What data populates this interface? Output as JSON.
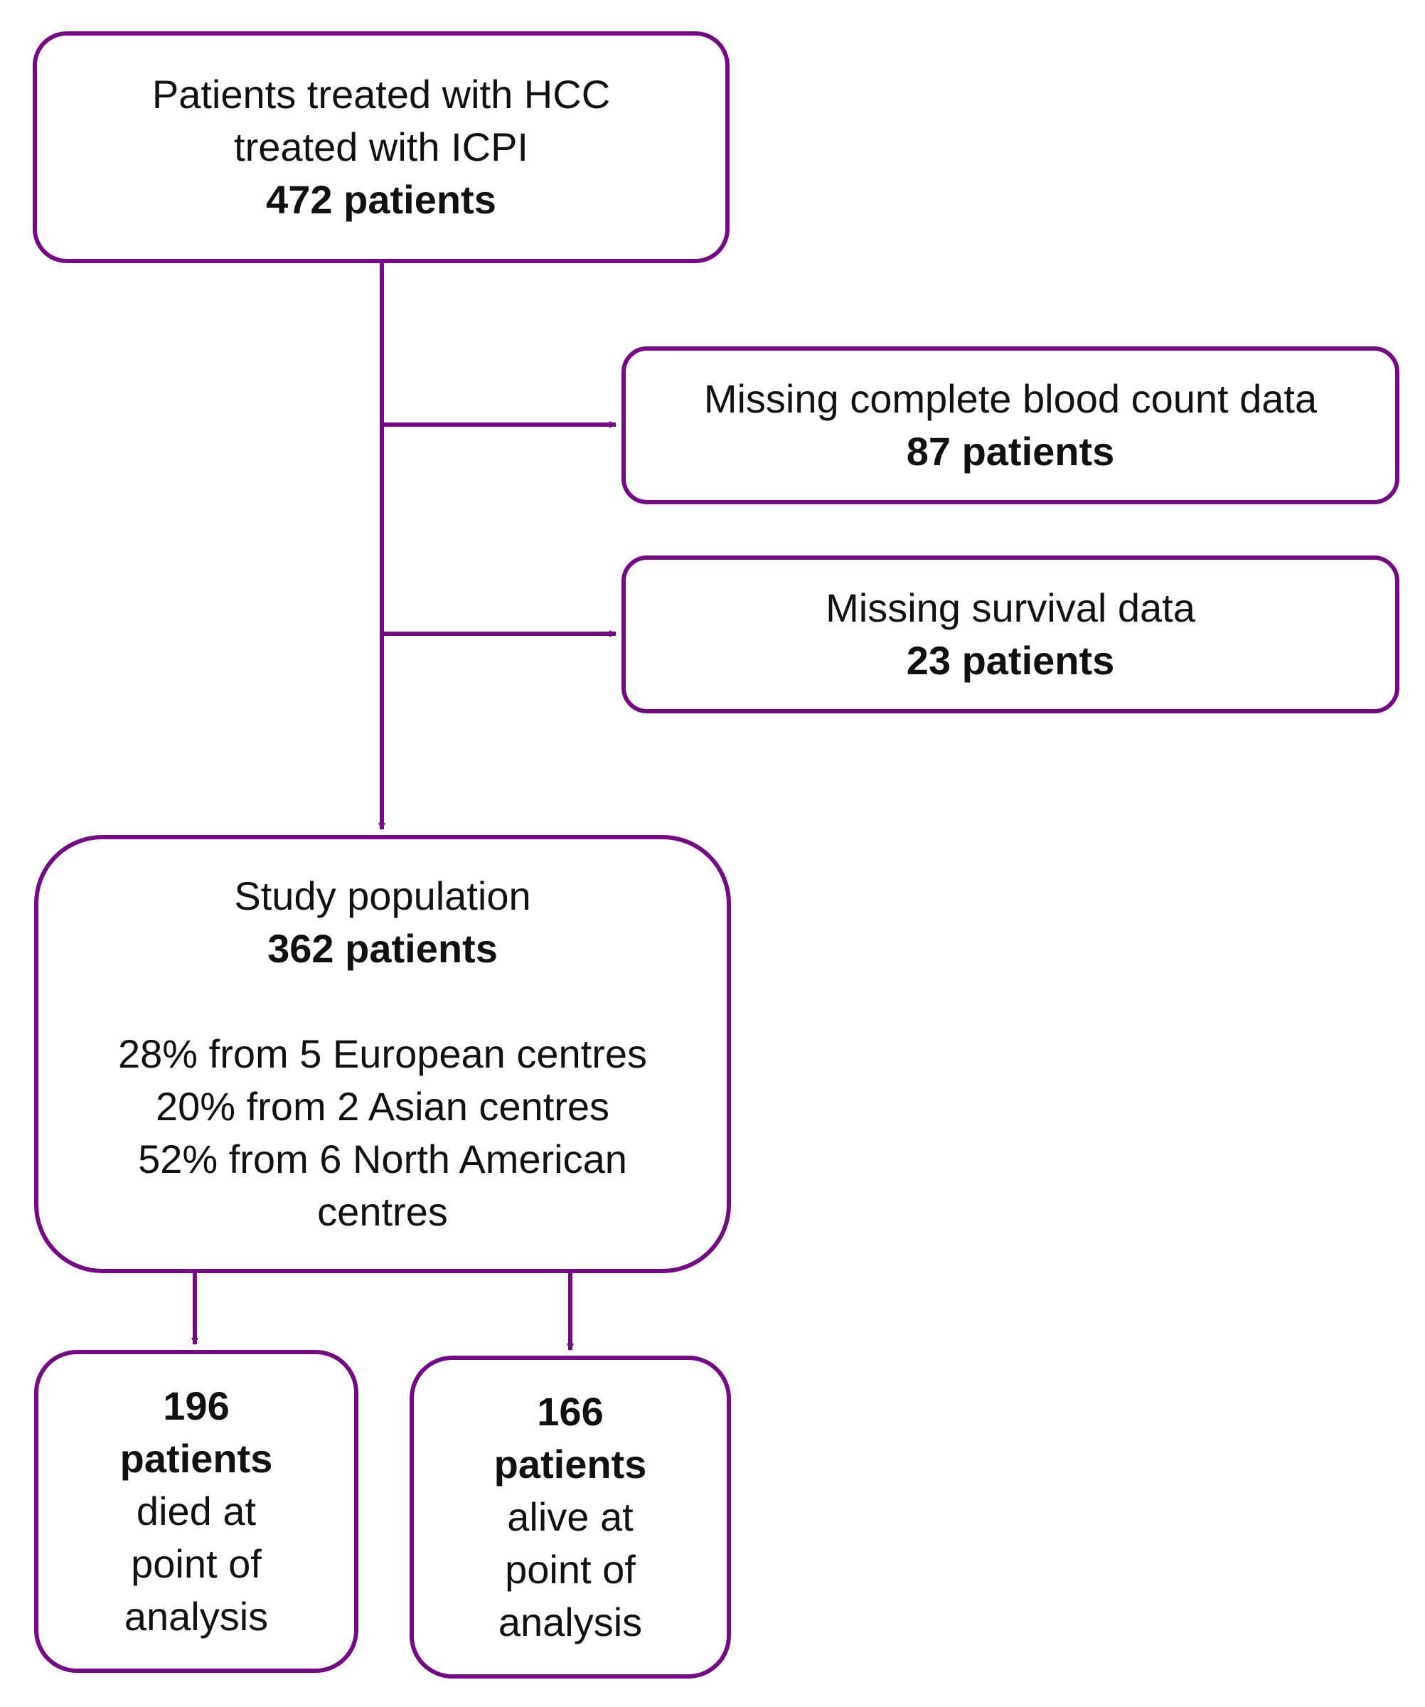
{
  "colors": {
    "border": "#760a86",
    "arrow": "#760a86"
  },
  "boxes": {
    "initial": {
      "line1": "Patients treated with HCC",
      "line2": "treated with ICPI",
      "count": "472 patients"
    },
    "missing_cbc": {
      "label": "Missing complete blood count data",
      "count": "87 patients"
    },
    "missing_survival": {
      "label": "Missing survival data",
      "count": "23 patients"
    },
    "study": {
      "label": "Study population",
      "count": "362 patients",
      "details": [
        "28% from 5 European centres",
        "20% from 2 Asian centres",
        "52% from 6 North American",
        "centres"
      ]
    },
    "died": {
      "count_number": "196",
      "count_unit": "patients",
      "lines": [
        "died at",
        "point of",
        "analysis"
      ]
    },
    "alive": {
      "count_number": "166",
      "count_unit": "patients",
      "lines": [
        "alive at",
        "point of",
        "analysis"
      ]
    }
  }
}
